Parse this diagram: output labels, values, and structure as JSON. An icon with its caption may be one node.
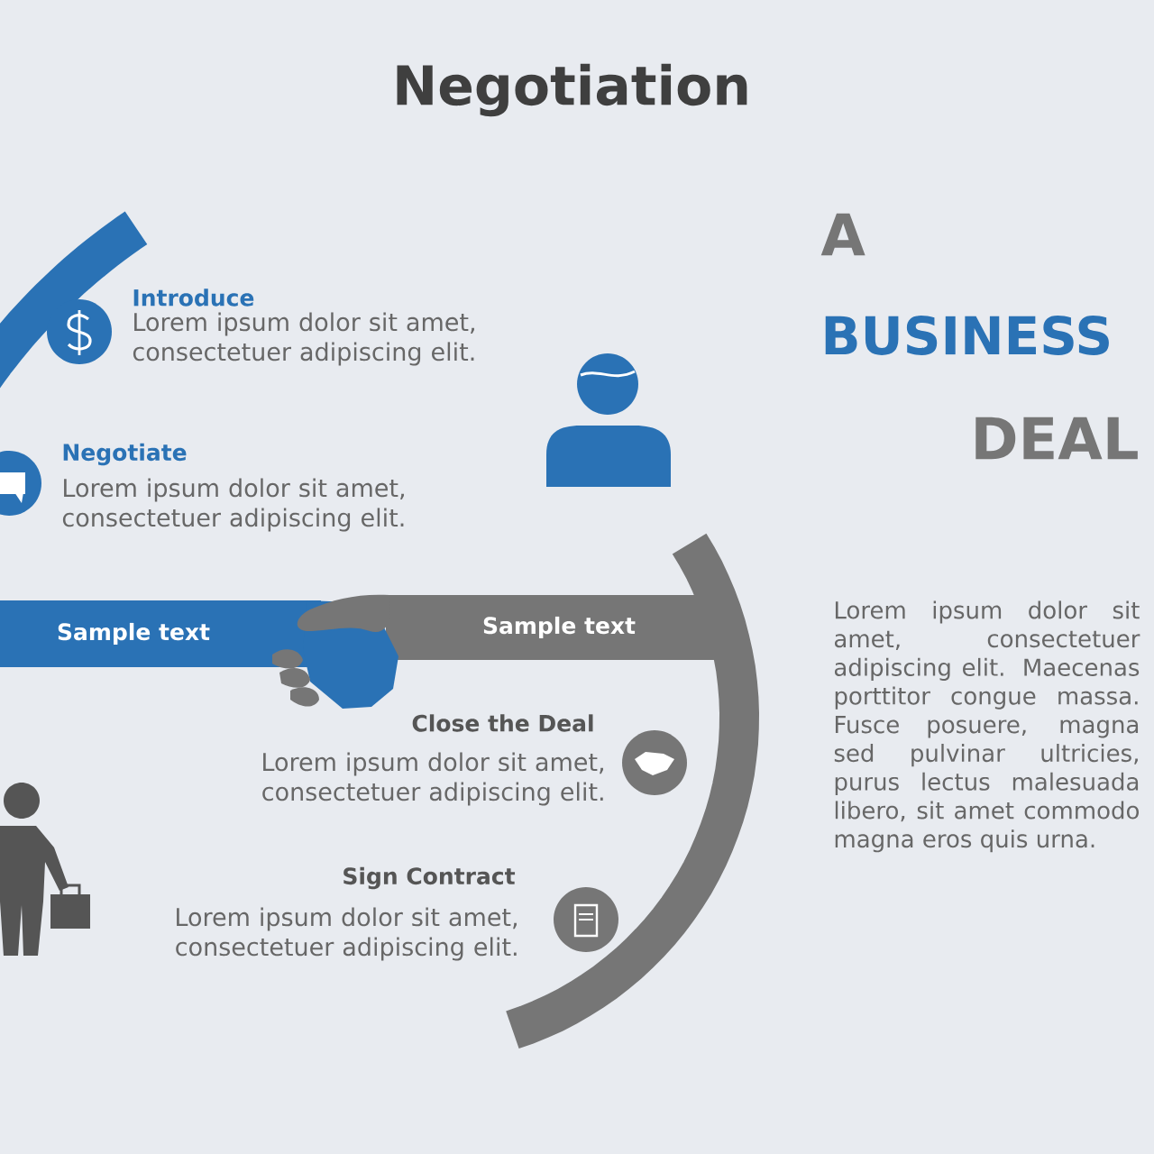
{
  "diagram": {
    "title": "Negotiation",
    "nodes": [
      {
        "text": [
          "Sample text"
        ]
      },
      {
        "text": [
          "Sample text"
        ]
      }
    ],
    "labels": [
      "Introduce",
      "Lorem ipsum dolor sit amet, consectetuer adipiscing elit.",
      "Negotiate",
      "Lorem ipsum dolor sit amet, consectetuer adipiscing elit.",
      "A",
      "BUSINESS",
      "DEAL",
      "Lorem ipsum dolor sit amet, consectetuer adipiscing elit. Maecenas porttitor congue massa. Fusce posuere, magna sed pulvinar ultricies, purus lectus malesuada libero, sit amet commodo magna eros quis urna.",
      "Close the Deal",
      "Lorem ipsum dolor sit amet, consectetuer adipiscing elit.",
      "Sign Contract",
      "Lorem ipsum dolor sit amet, consectetuer adipiscing elit."
    ]
  }
}
